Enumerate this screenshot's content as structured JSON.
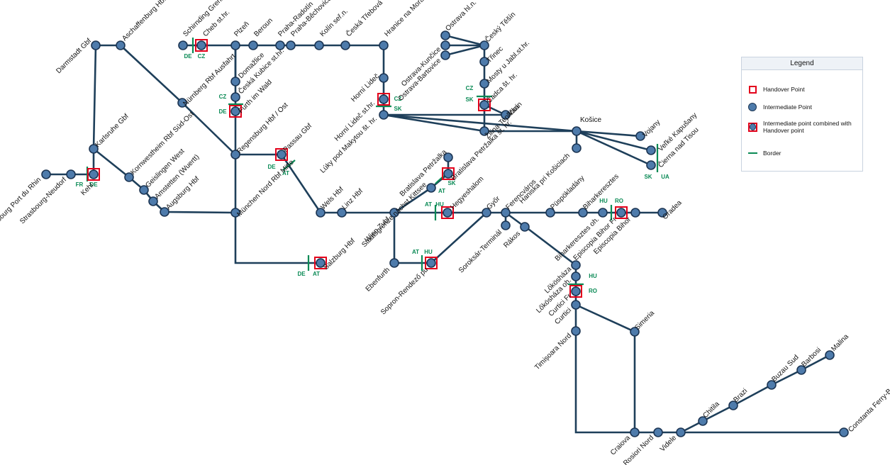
{
  "legend": {
    "title": "Legend",
    "items": [
      {
        "label": "Handover Point",
        "symbol": "handover-box"
      },
      {
        "label": "Intermediate Point",
        "symbol": "intermediate-dot"
      },
      {
        "label": "Intermediate point combined with Handover point",
        "symbol": "combined"
      },
      {
        "label": "Border",
        "symbol": "border-line"
      }
    ]
  },
  "colors": {
    "line": "#1e3f5a",
    "node": "#4e7bab",
    "handover": "#e3001b",
    "border": "#0a8a55"
  },
  "stations": [
    {
      "id": "darmstadt",
      "name": "Darmstadt Gbf"
    },
    {
      "id": "aschaffenburg",
      "name": "Aschaffenburg Hbf"
    },
    {
      "id": "schirnding",
      "name": "Schirnding Grenze"
    },
    {
      "id": "cheb",
      "name": "Cheb st.hr."
    },
    {
      "id": "plzen",
      "name": "Plzeň"
    },
    {
      "id": "beroun",
      "name": "Beroun"
    },
    {
      "id": "radotin",
      "name": "Praha-Radotín"
    },
    {
      "id": "bechovice",
      "name": "Praha-Běchovice"
    },
    {
      "id": "kolin",
      "name": "Kolín seř.n."
    },
    {
      "id": "trebova",
      "name": "Česká Třebová"
    },
    {
      "id": "hranice",
      "name": "Hranice na Moravě"
    },
    {
      "id": "domazlice",
      "name": "Domažlice"
    },
    {
      "id": "kubice",
      "name": "Česká Kubice st.hr."
    },
    {
      "id": "furth",
      "name": "Furth im Wald"
    },
    {
      "id": "nurnberg",
      "name": "Nürnberg Rbf Ausfahrt"
    },
    {
      "id": "regensburg",
      "name": "Regensburg Hbf / Ost"
    },
    {
      "id": "karlsruhe",
      "name": "Karlsruhe Gbf"
    },
    {
      "id": "strasbourg",
      "name": "Strasbourg Port du Rhin"
    },
    {
      "id": "neudorf",
      "name": "Strasbourg-Neudorf"
    },
    {
      "id": "kehl",
      "name": "Kehl"
    },
    {
      "id": "kornwestheim",
      "name": "Kornwestheim Rbf Süd-Ost"
    },
    {
      "id": "geislingen",
      "name": "Geislingen West"
    },
    {
      "id": "amstetten",
      "name": "Amstetten (Wuertt)"
    },
    {
      "id": "augsburg",
      "name": "Augsburg Hbf"
    },
    {
      "id": "munchen",
      "name": "München Nord Rbf Mitte"
    },
    {
      "id": "passau",
      "name": "Passau Gbf"
    },
    {
      "id": "salzburg",
      "name": "Salzburg Hbf"
    },
    {
      "id": "wels",
      "name": "Wels Hbf"
    },
    {
      "id": "linz",
      "name": "Linz Hbf"
    },
    {
      "id": "wien",
      "name": "Wien Zvbf"
    },
    {
      "id": "ebenfurth",
      "name": "Ebenfurth"
    },
    {
      "id": "sopron",
      "name": "Sopron-Rendező pu"
    },
    {
      "id": "kittsee",
      "name": "Staatsgrenze nächst Kittsee"
    },
    {
      "id": "petrzalka",
      "name": "Bratislava Petržalka"
    },
    {
      "id": "petrzalka_hr",
      "name": "Bratislava Petržalka št. hr."
    },
    {
      "id": "hegyeshalom",
      "name": "Hegyeshalom"
    },
    {
      "id": "gyor",
      "name": "Győr"
    },
    {
      "id": "ferencvaros",
      "name": "Ferencváros"
    },
    {
      "id": "soroksar",
      "name": "Soroksár-Terminál"
    },
    {
      "id": "rakos",
      "name": "Rákos"
    },
    {
      "id": "puspokladany",
      "name": "Püspökladány"
    },
    {
      "id": "biharkeresztes",
      "name": "Biharkeresztes"
    },
    {
      "id": "biharkeresztes_oh",
      "name": "Biharkeresztes oh."
    },
    {
      "id": "episcopia_fr",
      "name": "Episcopia Bihor Fr"
    },
    {
      "id": "episcopia",
      "name": "Episcopia Bihor"
    },
    {
      "id": "oradea",
      "name": "Oradea"
    },
    {
      "id": "lokoshaza",
      "name": "Lőkösháza"
    },
    {
      "id": "lokoshaza_oh",
      "name": "Lőkösháza oh."
    },
    {
      "id": "curtici_fr",
      "name": "Curtici Fr"
    },
    {
      "id": "curtici",
      "name": "Curtici"
    },
    {
      "id": "timisoara",
      "name": "Timișoara Nord"
    },
    {
      "id": "simeria",
      "name": "Simeria"
    },
    {
      "id": "craiova",
      "name": "Craiova"
    },
    {
      "id": "rosiori",
      "name": "Rosiori Nord"
    },
    {
      "id": "videle",
      "name": "Videle"
    },
    {
      "id": "chitila",
      "name": "Chitila"
    },
    {
      "id": "brazi",
      "name": "Brazi"
    },
    {
      "id": "buzau",
      "name": "Buzau Sud"
    },
    {
      "id": "barbosi",
      "name": "Barbosi"
    },
    {
      "id": "malina",
      "name": "Malina"
    },
    {
      "id": "constanta",
      "name": "Constanta Ferry-B."
    },
    {
      "id": "horni_lidec",
      "name": "Horní Lideč"
    },
    {
      "id": "horni_lidec_hr",
      "name": "Horní Lideč st.hr."
    },
    {
      "id": "luky",
      "name": "Lúky pod Makytou št. hr."
    },
    {
      "id": "ostrava",
      "name": "Ostrava hl.n."
    },
    {
      "id": "kuncice",
      "name": "Ostrava-Kunčice"
    },
    {
      "id": "bartovice",
      "name": "Ostrava-Bartovice"
    },
    {
      "id": "tesin",
      "name": "Český Těšín"
    },
    {
      "id": "trinec",
      "name": "Třinec"
    },
    {
      "id": "mosty",
      "name": "Mosty u Jabl.st.hr."
    },
    {
      "id": "cadca",
      "name": "Čadca št. hr."
    },
    {
      "id": "varin",
      "name": "Varín"
    },
    {
      "id": "zilina",
      "name": "Žilina-Teplička"
    },
    {
      "id": "kosice",
      "name": "Košice"
    },
    {
      "id": "haniska",
      "name": "Haniska pri Košiciach"
    },
    {
      "id": "vojany",
      "name": "Vojany"
    },
    {
      "id": "kapusany",
      "name": "Veľké Kapušany"
    },
    {
      "id": "cierna",
      "name": "Čierna nad Tisou"
    }
  ],
  "borders": [
    {
      "id": "fr_de",
      "codes": [
        "FR",
        "DE"
      ]
    },
    {
      "id": "de_cz_cheb",
      "codes": [
        "DE",
        "CZ"
      ]
    },
    {
      "id": "cz_de_furth",
      "codes": [
        "CZ",
        "DE"
      ]
    },
    {
      "id": "de_at_passau",
      "codes": [
        "DE",
        "AT"
      ]
    },
    {
      "id": "de_at_salzburg",
      "codes": [
        "DE",
        "AT"
      ]
    },
    {
      "id": "at_sk",
      "codes": [
        "AT",
        "SK"
      ]
    },
    {
      "id": "at_hu_hegyeshalom",
      "codes": [
        "AT",
        "HU"
      ]
    },
    {
      "id": "at_hu_sopron",
      "codes": [
        "AT",
        "HU"
      ]
    },
    {
      "id": "hu_ro_episcopia",
      "codes": [
        "HU",
        "RO"
      ]
    },
    {
      "id": "hu_ro_curtici",
      "codes": [
        "HU",
        "RO"
      ]
    },
    {
      "id": "cz_sk_lidec",
      "codes": [
        "CZ",
        "SK"
      ]
    },
    {
      "id": "cz_sk_cadca",
      "codes": [
        "CZ",
        "SK"
      ]
    },
    {
      "id": "sk_ua",
      "codes": [
        "SK",
        "UA"
      ]
    }
  ]
}
